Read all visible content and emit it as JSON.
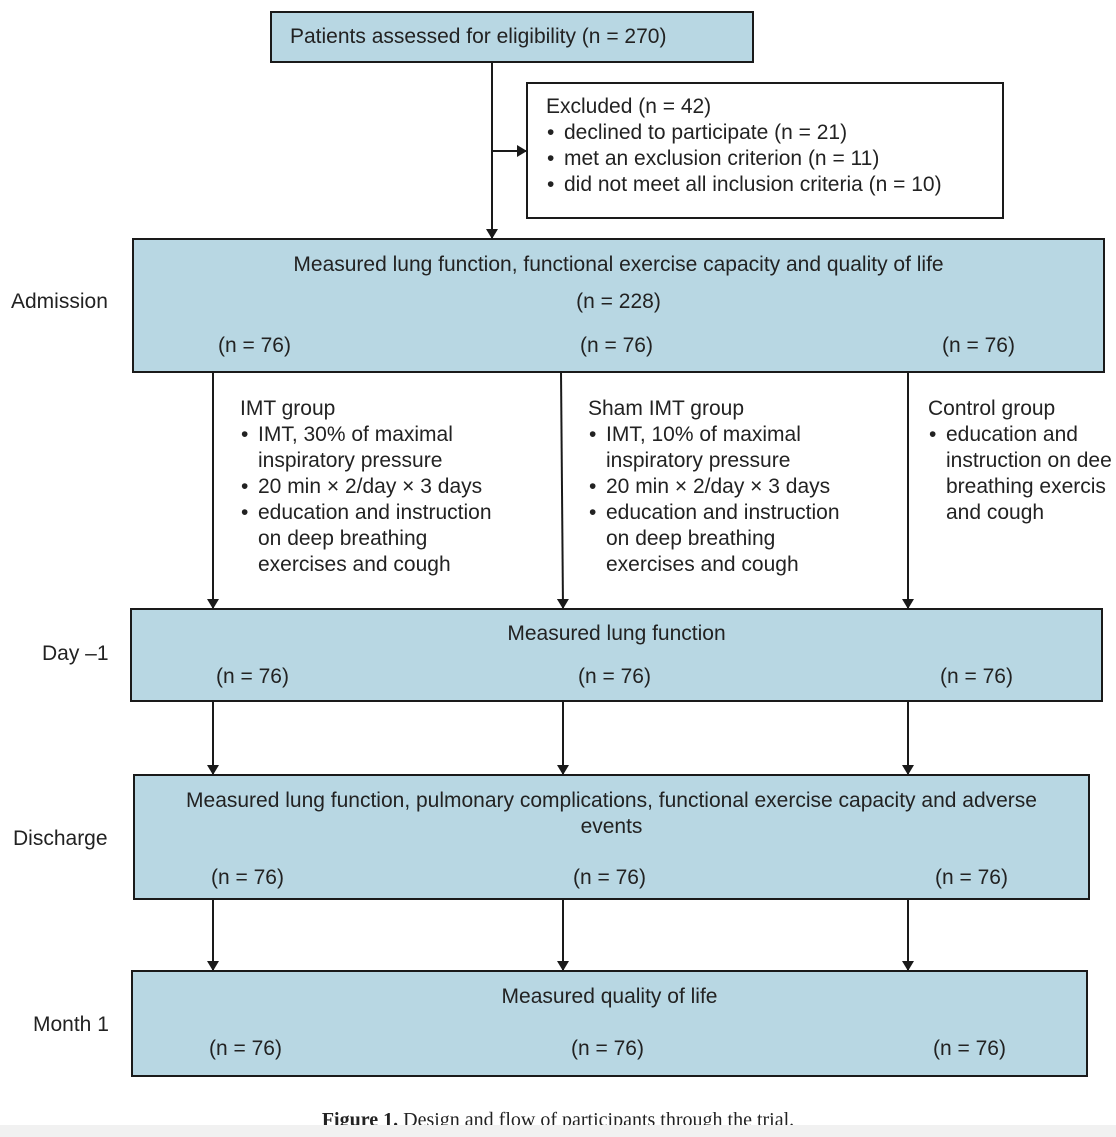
{
  "eligibility": {
    "text": "Patients assessed for eligibility (n = 270)"
  },
  "excluded": {
    "title": "Excluded (n = 42)",
    "items": [
      "declined to participate (n = 21)",
      "met an exclusion criterion (n = 11)",
      "did not meet all inclusion criteria (n = 10)"
    ]
  },
  "stages": [
    {
      "label": "Admission",
      "lines": [
        "Measured lung function, functional exercise capacity and quality of life",
        "(n = 228)"
      ],
      "counts": [
        "(n = 76)",
        "(n = 76)",
        "(n = 76)"
      ]
    },
    {
      "label": "Day –1",
      "lines": [
        "Measured lung function"
      ],
      "counts": [
        "(n = 76)",
        "(n = 76)",
        "(n = 76)"
      ]
    },
    {
      "label": "Discharge",
      "lines": [
        "Measured lung function, pulmonary complications, functional exercise capacity and adverse",
        "events"
      ],
      "counts": [
        "(n = 76)",
        "(n = 76)",
        "(n = 76)"
      ]
    },
    {
      "label": "Month 1",
      "lines": [
        "Measured quality of life"
      ],
      "counts": [
        "(n = 76)",
        "(n = 76)",
        "(n = 76)"
      ]
    }
  ],
  "groups": [
    {
      "title": "IMT group",
      "bullets": [
        "IMT, 30% of maximal\ninspiratory pressure",
        "20 min × 2/day × 3 days",
        "education and instruction\non deep breathing\nexercises and cough"
      ]
    },
    {
      "title": "Sham IMT group",
      "bullets": [
        "IMT, 10% of maximal\ninspiratory pressure",
        "20 min × 2/day × 3 days",
        "education and instruction\non deep breathing\nexercises and cough"
      ]
    },
    {
      "title": "Control group",
      "bullets": [
        "education and\ninstruction on dee\nbreathing exercis\nand cough"
      ]
    }
  ],
  "caption": {
    "label": "Figure 1.",
    "text": "Design and flow of participants through the trial."
  },
  "colors": {
    "box_fill": "#b8d7e3",
    "border": "#1a1a1a"
  }
}
